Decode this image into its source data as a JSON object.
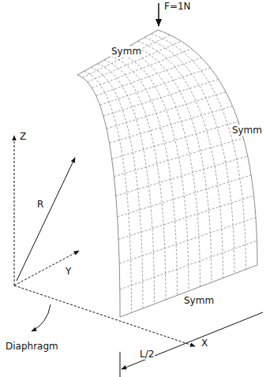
{
  "diagram": {
    "labels": [
      "F=1N",
      "Z",
      "Symm",
      "Symm",
      "R",
      "Y",
      "Symm",
      "X",
      "Diaphragm",
      "L/2"
    ]
  }
}
